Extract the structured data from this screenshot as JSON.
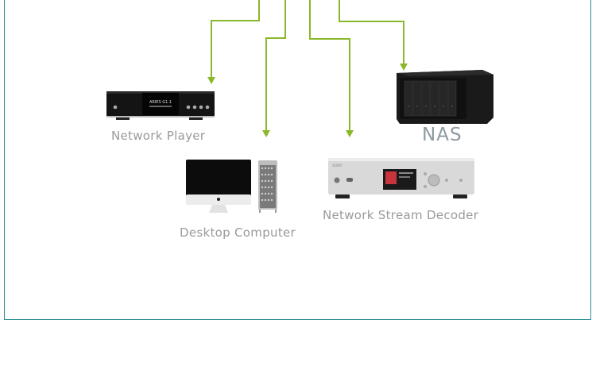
{
  "diagram": {
    "connector_color": "#8ab82a",
    "frame_color": "#2e8f94",
    "label_color": "#9a9a9a",
    "devices": [
      {
        "id": "network-player",
        "label": "Network Player",
        "screen_text": "ARIES G1.1"
      },
      {
        "id": "desktop-computer",
        "label": "Desktop Computer"
      },
      {
        "id": "network-stream-decoder",
        "label": "Network Stream Decoder",
        "brand_text": "SONY"
      },
      {
        "id": "nas",
        "label": "NAS"
      }
    ],
    "connections": [
      {
        "from": "network-source",
        "to": "network-player"
      },
      {
        "from": "network-source",
        "to": "desktop-computer"
      },
      {
        "from": "network-source",
        "to": "network-stream-decoder"
      },
      {
        "from": "network-source",
        "to": "nas"
      }
    ]
  }
}
